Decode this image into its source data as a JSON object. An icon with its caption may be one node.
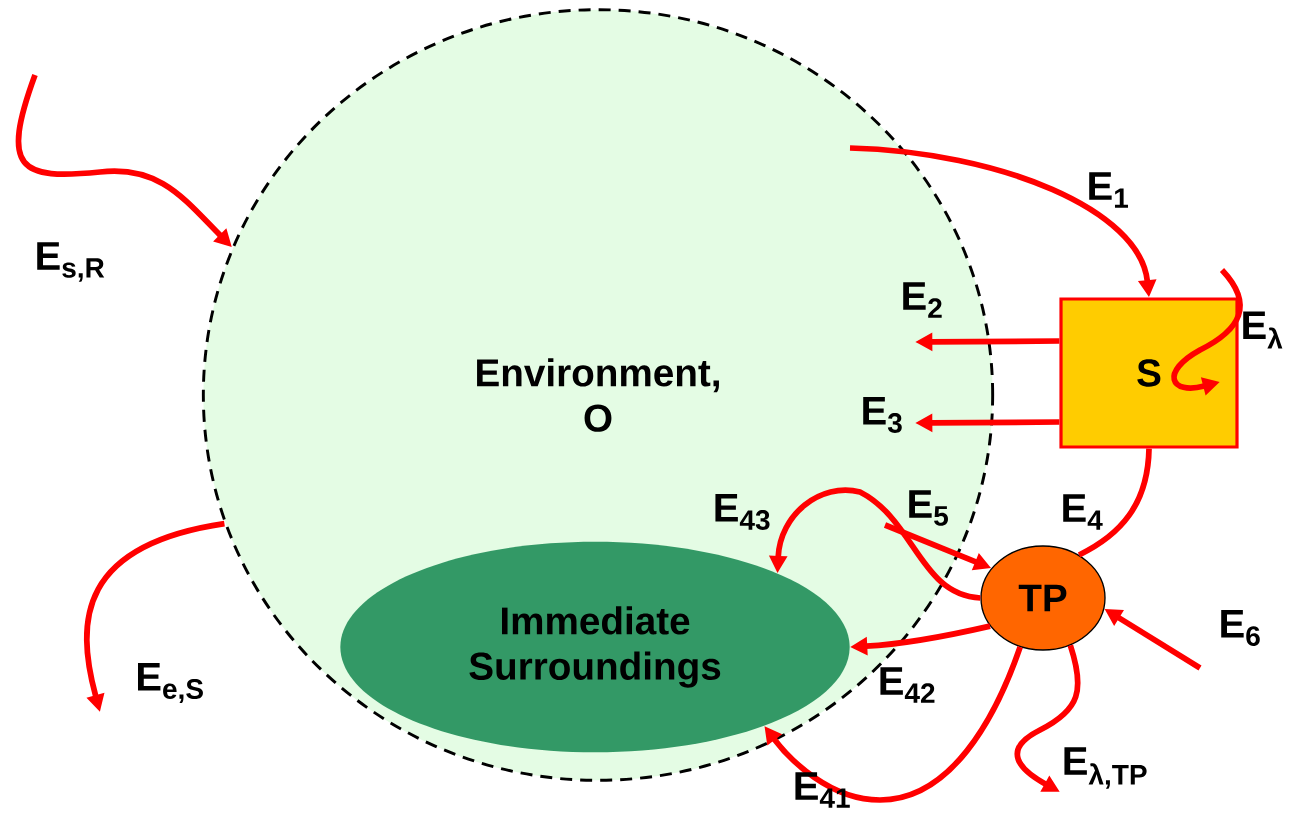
{
  "diagram": {
    "nodes": [
      {
        "text": [
          "Environment, O"
        ]
      },
      {
        "text": [
          "Immediate Surroundings"
        ],
        "in": 0
      },
      {
        "text": [
          "S"
        ]
      },
      {
        "text": [
          "TP"
        ]
      }
    ],
    "edges": [
      {
        "from": null,
        "to": 0,
        "arrow": "to",
        "label": "E$_{s,R}$"
      },
      {
        "from": 0,
        "to": null,
        "arrow": "to",
        "label": "E$_{e,S}$"
      },
      {
        "from": 0,
        "to": 2,
        "arrow": "to",
        "label": "E$_{1}$"
      },
      {
        "from": 2,
        "to": 0,
        "arrow": "to",
        "label": "E$_{2}$"
      },
      {
        "from": 2,
        "to": 0,
        "arrow": "to",
        "label": "E$_{3}$"
      },
      {
        "from": null,
        "to": 2,
        "arrow": "to",
        "label": "E$_{λ}$"
      },
      {
        "from": 2,
        "to": 3,
        "arrow": "none",
        "label": "E$_{4}$"
      },
      {
        "from": null,
        "to": 3,
        "arrow": "to",
        "label": "E$_{5}$"
      },
      {
        "from": 3,
        "to": 1,
        "arrow": "to",
        "label": "E$_{43}$"
      },
      {
        "from": 3,
        "to": 1,
        "arrow": "to",
        "label": "E$_{42}$"
      },
      {
        "from": 3,
        "to": 1,
        "arrow": "to",
        "label": "E$_{41}$"
      },
      {
        "from": null,
        "to": 3,
        "arrow": "to",
        "label": "E$_{6}$"
      },
      {
        "from": 3,
        "to": null,
        "arrow": "to",
        "label": "E$_{λ,TP}$"
      }
    ]
  }
}
